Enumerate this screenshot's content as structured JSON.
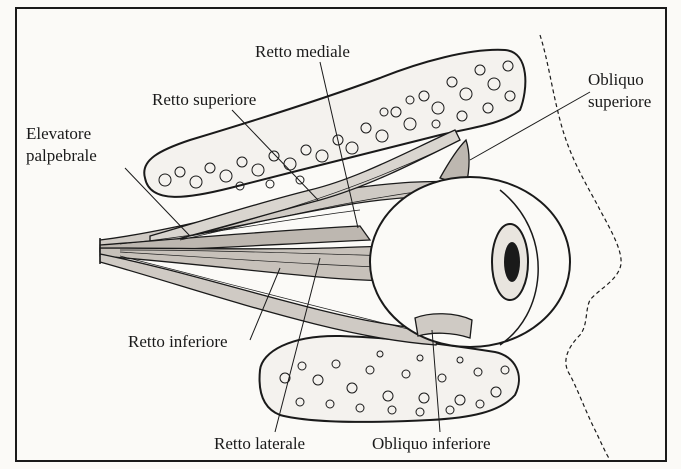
{
  "labels": {
    "retto_mediale": "Retto mediale",
    "retto_superiore": "Retto superiore",
    "obliquo_superiore_1": "Obliquo",
    "obliquo_superiore_2": "superiore",
    "elevatore_1": "Elevatore",
    "elevatore_2": "palpebrale",
    "retto_inferiore": "Retto inferiore",
    "retto_laterale": "Retto laterale",
    "obliquo_inferiore": "Obliquo inferiore"
  },
  "colors": {
    "ink": "#1a1a1a",
    "paper": "#fbfaf7",
    "muscle_fill": "#cfcac4",
    "bone_fill": "#f4f2ee"
  }
}
